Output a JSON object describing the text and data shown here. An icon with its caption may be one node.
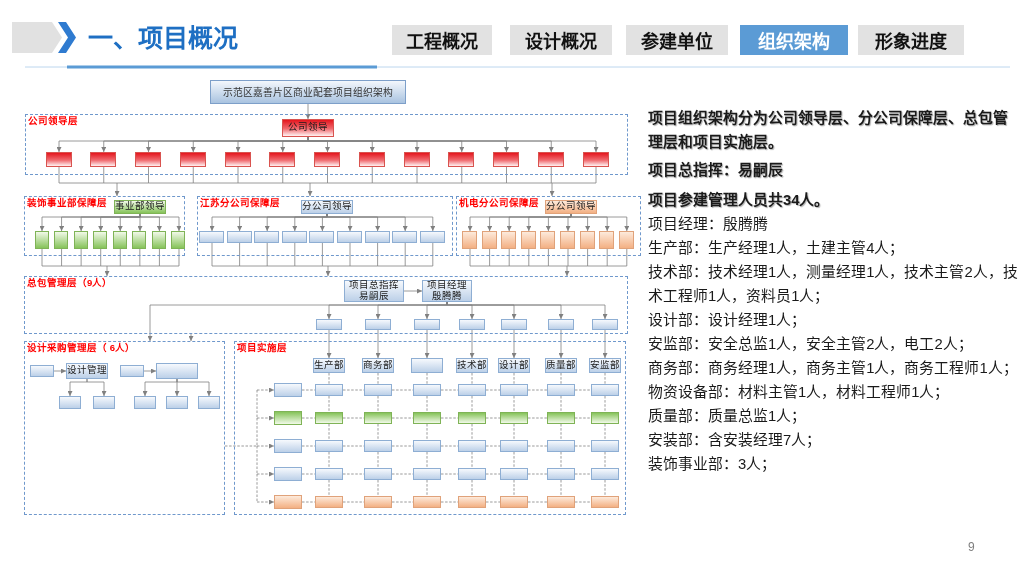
{
  "diagram": {
    "title": "一、项目概况",
    "nodes": [
      {
        "text": [
          "工程概况"
        ]
      },
      {
        "text": [
          "设计概况"
        ]
      },
      {
        "text": [
          "参建单位"
        ]
      },
      {
        "text": [
          "组织架构"
        ]
      },
      {
        "text": [
          "形象进度"
        ]
      },
      {
        "text": [
          "示范区嘉善片区商业配套项目组织架构"
        ]
      },
      {
        "text": [
          "公司领导层"
        ]
      },
      {
        "text": [
          "公司领导"
        ],
        "in": 6
      },
      {
        "text": [],
        "shape": "box",
        "in": 6
      },
      {
        "text": [],
        "shape": "box",
        "in": 6
      },
      {
        "text": [],
        "shape": "box",
        "in": 6
      },
      {
        "text": [],
        "shape": "box",
        "in": 6
      },
      {
        "text": [],
        "shape": "box",
        "in": 6
      },
      {
        "text": [],
        "shape": "box",
        "in": 6
      },
      {
        "text": [],
        "shape": "box",
        "in": 6
      },
      {
        "text": [],
        "shape": "box",
        "in": 6
      },
      {
        "text": [],
        "shape": "box",
        "in": 6
      },
      {
        "text": [],
        "shape": "box",
        "in": 6
      },
      {
        "text": [],
        "shape": "box",
        "in": 6
      },
      {
        "text": [],
        "shape": "box",
        "in": 6
      },
      {
        "text": [],
        "shape": "box",
        "in": 6
      },
      {
        "text": [
          "装饰事业部保障层"
        ]
      },
      {
        "text": [
          "事业部领导"
        ],
        "in": 21
      },
      {
        "text": [],
        "shape": "box",
        "in": 21
      },
      {
        "text": [],
        "shape": "box",
        "in": 21
      },
      {
        "text": [],
        "shape": "box",
        "in": 21
      },
      {
        "text": [],
        "shape": "box",
        "in": 21
      },
      {
        "text": [],
        "shape": "box",
        "in": 21
      },
      {
        "text": [],
        "shape": "box",
        "in": 21
      },
      {
        "text": [],
        "shape": "box",
        "in": 21
      },
      {
        "text": [],
        "shape": "box",
        "in": 21
      },
      {
        "text": [
          "江苏分公司保障层"
        ]
      },
      {
        "text": [
          "分公司领导"
        ],
        "in": 31
      },
      {
        "text": [],
        "shape": "box",
        "in": 31
      },
      {
        "text": [],
        "shape": "box",
        "in": 31
      },
      {
        "text": [],
        "shape": "box",
        "in": 31
      },
      {
        "text": [],
        "shape": "box",
        "in": 31
      },
      {
        "text": [],
        "shape": "box",
        "in": 31
      },
      {
        "text": [],
        "shape": "box",
        "in": 31
      },
      {
        "text": [],
        "shape": "box",
        "in": 31
      },
      {
        "text": [],
        "shape": "box",
        "in": 31
      },
      {
        "text": [],
        "shape": "box",
        "in": 31
      },
      {
        "text": [
          "机电分公司保障层"
        ]
      },
      {
        "text": [
          "分公司领导"
        ],
        "in": 42
      },
      {
        "text": [],
        "shape": "box",
        "in": 42
      },
      {
        "text": [],
        "shape": "box",
        "in": 42
      },
      {
        "text": [],
        "shape": "box",
        "in": 42
      },
      {
        "text": [],
        "shape": "box",
        "in": 42
      },
      {
        "text": [],
        "shape": "box",
        "in": 42
      },
      {
        "text": [],
        "shape": "box",
        "in": 42
      },
      {
        "text": [],
        "shape": "box",
        "in": 42
      },
      {
        "text": [],
        "shape": "box",
        "in": 42
      },
      {
        "text": [],
        "shape": "box",
        "in": 42
      },
      {
        "text": [
          "总包管理层（9人）"
        ]
      },
      {
        "text": [
          "项目总指挥易嗣辰"
        ],
        "in": 53
      },
      {
        "text": [
          "项目经理殷腾腾"
        ],
        "in": 53
      },
      {
        "text": [],
        "shape": "box",
        "in": 53
      },
      {
        "text": [],
        "shape": "box",
        "in": 53
      },
      {
        "text": [],
        "shape": "box",
        "in": 53
      },
      {
        "text": [],
        "shape": "box",
        "in": 53
      },
      {
        "text": [],
        "shape": "box",
        "in": 53
      },
      {
        "text": [],
        "shape": "box",
        "in": 53
      },
      {
        "text": [],
        "shape": "box",
        "in": 53
      },
      {
        "text": [
          "设计采购管理层（ 6人）"
        ]
      },
      {
        "text": [],
        "shape": "box",
        "in": 63
      },
      {
        "text": [
          "设计管理"
        ],
        "in": 63
      },
      {
        "text": [],
        "shape": "box",
        "in": 63
      },
      {
        "text": [],
        "shape": "box",
        "in": 63
      },
      {
        "text": [],
        "shape": "box",
        "in": 63
      },
      {
        "text": [],
        "shape": "box",
        "in": 63
      },
      {
        "text": [],
        "shape": "box",
        "in": 63
      },
      {
        "text": [],
        "shape": "box",
        "in": 63
      },
      {
        "text": [],
        "shape": "box",
        "in": 63
      },
      {
        "text": [
          "项目实施层"
        ]
      },
      {
        "text": [
          "生产部"
        ],
        "in": 73
      },
      {
        "text": [
          "商务部"
        ],
        "in": 73
      },
      {
        "text": [],
        "shape": "box",
        "in": 73
      },
      {
        "text": [
          "技术部"
        ],
        "in": 73
      },
      {
        "text": [
          "设计部"
        ],
        "in": 73
      },
      {
        "text": [
          "质量部"
        ],
        "in": 73
      },
      {
        "text": [
          "安监部"
        ],
        "in": 73
      },
      {
        "text": [],
        "shape": "box",
        "in": 73
      },
      {
        "text": [],
        "shape": "box",
        "in": 73
      },
      {
        "text": [],
        "shape": "box",
        "in": 73
      },
      {
        "text": [],
        "shape": "box",
        "in": 73
      },
      {
        "text": [],
        "shape": "box",
        "in": 73
      },
      {
        "text": [],
        "shape": "box",
        "in": 73
      },
      {
        "text": [],
        "shape": "box",
        "in": 73
      },
      {
        "text": [],
        "shape": "box",
        "in": 73
      },
      {
        "text": [],
        "shape": "box",
        "in": 73
      },
      {
        "text": [],
        "shape": "box",
        "in": 73
      },
      {
        "text": [],
        "shape": "box",
        "in": 73
      },
      {
        "text": [],
        "shape": "box",
        "in": 73
      },
      {
        "text": [],
        "shape": "box",
        "in": 73
      },
      {
        "text": [],
        "shape": "box",
        "in": 73
      },
      {
        "text": [],
        "shape": "box",
        "in": 73
      },
      {
        "text": [],
        "shape": "box",
        "in": 73
      },
      {
        "text": [],
        "shape": "box",
        "in": 73
      },
      {
        "text": [],
        "shape": "box",
        "in": 73
      },
      {
        "text": [],
        "shape": "box",
        "in": 73
      },
      {
        "text": [],
        "shape": "box",
        "in": 73
      },
      {
        "text": [],
        "shape": "box",
        "in": 73
      },
      {
        "text": [],
        "shape": "box",
        "in": 73
      },
      {
        "text": [],
        "shape": "box",
        "in": 73
      },
      {
        "text": [],
        "shape": "box",
        "in": 73
      },
      {
        "text": [],
        "shape": "box",
        "in": 73
      },
      {
        "text": [],
        "shape": "box",
        "in": 73
      },
      {
        "text": [],
        "shape": "box",
        "in": 73
      },
      {
        "text": [],
        "shape": "box",
        "in": 73
      },
      {
        "text": [],
        "shape": "box",
        "in": 73
      },
      {
        "text": [],
        "shape": "box",
        "in": 73
      },
      {
        "text": [],
        "shape": "box",
        "in": 73
      },
      {
        "text": [],
        "shape": "box",
        "in": 73
      },
      {
        "text": [],
        "shape": "box",
        "in": 73
      },
      {
        "text": [],
        "shape": "box",
        "in": 73
      },
      {
        "text": [],
        "shape": "box",
        "in": 73
      },
      {
        "text": [],
        "shape": "box",
        "in": 73
      },
      {
        "text": [],
        "shape": "box",
        "in": 73
      },
      {
        "text": [],
        "shape": "box",
        "in": 73
      },
      {
        "text": [],
        "shape": "box",
        "in": 73
      },
      {
        "text": [],
        "shape": "box",
        "in": 73
      }
    ],
    "edges": [
      {
        "from": 5,
        "to": 7,
        "arrow": "to"
      },
      {
        "from": 7,
        "to": 8,
        "arrow": "to"
      },
      {
        "from": 7,
        "to": 9,
        "arrow": "to"
      },
      {
        "from": 7,
        "to": 10,
        "arrow": "to"
      },
      {
        "from": 7,
        "to": 11,
        "arrow": "to"
      },
      {
        "from": 7,
        "to": 12,
        "arrow": "to"
      },
      {
        "from": 7,
        "to": 13,
        "arrow": "to"
      },
      {
        "from": 7,
        "to": 14,
        "arrow": "to"
      },
      {
        "from": 7,
        "to": 15,
        "arrow": "to"
      },
      {
        "from": 7,
        "to": 16,
        "arrow": "to"
      },
      {
        "from": 7,
        "to": 17,
        "arrow": "to"
      },
      {
        "from": 7,
        "to": 18,
        "arrow": "to"
      },
      {
        "from": 7,
        "to": 19,
        "arrow": "to"
      },
      {
        "from": 7,
        "to": 20,
        "arrow": "to"
      },
      {
        "from": 8,
        "to": 21,
        "arrow": "to"
      },
      {
        "from": 8,
        "to": 31,
        "arrow": "to"
      },
      {
        "from": 8,
        "to": 42,
        "arrow": "to"
      },
      {
        "from": 9,
        "to": 21,
        "arrow": "to"
      },
      {
        "from": 9,
        "to": 31,
        "arrow": "to"
      },
      {
        "from": 9,
        "to": 42,
        "arrow": "to"
      },
      {
        "from": 10,
        "to": 21,
        "arrow": "to"
      },
      {
        "from": 10,
        "to": 31,
        "arrow": "to"
      },
      {
        "from": 10,
        "to": 42,
        "arrow": "to"
      },
      {
        "from": 11,
        "to": 21,
        "arrow": "to"
      },
      {
        "from": 11,
        "to": 31,
        "arrow": "to"
      },
      {
        "from": 11,
        "to": 42,
        "arrow": "to"
      },
      {
        "from": 12,
        "to": 21,
        "arrow": "to"
      },
      {
        "from": 12,
        "to": 31,
        "arrow": "to"
      },
      {
        "from": 12,
        "to": 42,
        "arrow": "to"
      },
      {
        "from": 13,
        "to": 21,
        "arrow": "to"
      },
      {
        "from": 13,
        "to": 31,
        "arrow": "to"
      },
      {
        "from": 13,
        "to": 42,
        "arrow": "to"
      },
      {
        "from": 14,
        "to": 21,
        "arrow": "to"
      },
      {
        "from": 14,
        "to": 31,
        "arrow": "to"
      },
      {
        "from": 14,
        "to": 42,
        "arrow": "to"
      },
      {
        "from": 15,
        "to": 21,
        "arrow": "to"
      },
      {
        "from": 15,
        "to": 31,
        "arrow": "to"
      },
      {
        "from": 15,
        "to": 42,
        "arrow": "to"
      },
      {
        "from": 16,
        "to": 21,
        "arrow": "to"
      },
      {
        "from": 16,
        "to": 31,
        "arrow": "to"
      },
      {
        "from": 16,
        "to": 42,
        "arrow": "to"
      },
      {
        "from": 17,
        "to": 21,
        "arrow": "to"
      },
      {
        "from": 17,
        "to": 31,
        "arrow": "to"
      },
      {
        "from": 17,
        "to": 42,
        "arrow": "to"
      },
      {
        "from": 18,
        "to": 21,
        "arrow": "to"
      },
      {
        "from": 18,
        "to": 31,
        "arrow": "to"
      },
      {
        "from": 18,
        "to": 42,
        "arrow": "to"
      },
      {
        "from": 19,
        "to": 21,
        "arrow": "to"
      },
      {
        "from": 19,
        "to": 31,
        "arrow": "to"
      },
      {
        "from": 19,
        "to": 42,
        "arrow": "to"
      },
      {
        "from": 20,
        "to": 21,
        "arrow": "to"
      },
      {
        "from": 20,
        "to": 31,
        "arrow": "to"
      },
      {
        "from": 20,
        "to": 42,
        "arrow": "to"
      },
      {
        "from": 22,
        "to": 23,
        "arrow": "to"
      },
      {
        "from": 22,
        "to": 24,
        "arrow": "to"
      },
      {
        "from": 22,
        "to": 25,
        "arrow": "to"
      },
      {
        "from": 22,
        "to": 26,
        "arrow": "to"
      },
      {
        "from": 22,
        "to": 27,
        "arrow": "to"
      },
      {
        "from": 22,
        "to": 28,
        "arrow": "to"
      },
      {
        "from": 22,
        "to": 29,
        "arrow": "to"
      },
      {
        "from": 22,
        "to": 30,
        "arrow": "to"
      },
      {
        "from": 23,
        "to": 53,
        "arrow": "to"
      },
      {
        "from": 24,
        "to": 53,
        "arrow": "to"
      },
      {
        "from": 25,
        "to": 53,
        "arrow": "to"
      },
      {
        "from": 26,
        "to": 53,
        "arrow": "to"
      },
      {
        "from": 27,
        "to": 53,
        "arrow": "to"
      },
      {
        "from": 28,
        "to": 53,
        "arrow": "to"
      },
      {
        "from": 29,
        "to": 53,
        "arrow": "to"
      },
      {
        "from": 30,
        "to": 53,
        "arrow": "to"
      },
      {
        "from": 32,
        "to": 33,
        "arrow": "to"
      },
      {
        "from": 32,
        "to": 34,
        "arrow": "to"
      },
      {
        "from": 32,
        "to": 35,
        "arrow": "to"
      },
      {
        "from": 32,
        "to": 36,
        "arrow": "to"
      },
      {
        "from": 32,
        "to": 37,
        "arrow": "to"
      },
      {
        "from": 32,
        "to": 38,
        "arrow": "to"
      },
      {
        "from": 32,
        "to": 39,
        "arrow": "to"
      },
      {
        "from": 32,
        "to": 40,
        "arrow": "to"
      },
      {
        "from": 32,
        "to": 41,
        "arrow": "to"
      },
      {
        "from": 33,
        "to": 53,
        "arrow": "to"
      },
      {
        "from": 34,
        "to": 53,
        "arrow": "to"
      },
      {
        "from": 35,
        "to": 53,
        "arrow": "to"
      },
      {
        "from": 36,
        "to": 53,
        "arrow": "to"
      },
      {
        "from": 37,
        "to": 53,
        "arrow": "to"
      },
      {
        "from": 38,
        "to": 53,
        "arrow": "to"
      },
      {
        "from": 39,
        "to": 53,
        "arrow": "to"
      },
      {
        "from": 40,
        "to": 53,
        "arrow": "to"
      },
      {
        "from": 41,
        "to": 53,
        "arrow": "to"
      },
      {
        "from": 43,
        "to": 44,
        "arrow": "to"
      },
      {
        "from": 43,
        "to": 45,
        "arrow": "to"
      },
      {
        "from": 43,
        "to": 46,
        "arrow": "to"
      },
      {
        "from": 43,
        "to": 47,
        "arrow": "to"
      },
      {
        "from": 43,
        "to": 48,
        "arrow": "to"
      },
      {
        "from": 43,
        "to": 49,
        "arrow": "to"
      },
      {
        "from": 43,
        "to": 50,
        "arrow": "to"
      },
      {
        "from": 43,
        "to": 51,
        "arrow": "to"
      },
      {
        "from": 43,
        "to": 52,
        "arrow": "to"
      },
      {
        "from": 44,
        "to": 53,
        "arrow": "to"
      },
      {
        "from": 45,
        "to": 53,
        "arrow": "to"
      },
      {
        "from": 46,
        "to": 53,
        "arrow": "to"
      },
      {
        "from": 47,
        "to": 53,
        "arrow": "to"
      },
      {
        "from": 48,
        "to": 53,
        "arrow": "to"
      },
      {
        "from": 49,
        "to": 53,
        "arrow": "to"
      },
      {
        "from": 50,
        "to": 53,
        "arrow": "to"
      },
      {
        "from": 51,
        "to": 53,
        "arrow": "to"
      },
      {
        "from": 52,
        "to": 53,
        "arrow": "to"
      },
      {
        "from": 54,
        "to": 55,
        "arrow": "to"
      },
      {
        "from": 55,
        "to": 56,
        "arrow": "to"
      },
      {
        "from": 55,
        "to": 57,
        "arrow": "to"
      },
      {
        "from": 55,
        "to": 58,
        "arrow": "to"
      },
      {
        "from": 55,
        "to": 59,
        "arrow": "to"
      },
      {
        "from": 55,
        "to": 60,
        "arrow": "to"
      },
      {
        "from": 55,
        "to": 61,
        "arrow": "to"
      },
      {
        "from": 55,
        "to": 62,
        "arrow": "to"
      },
      {
        "from": 56,
        "to": 74,
        "arrow": "to"
      },
      {
        "from": 57,
        "to": 75,
        "arrow": "to"
      },
      {
        "from": 58,
        "to": 76,
        "arrow": "to"
      },
      {
        "from": 59,
        "to": 77,
        "arrow": "to"
      },
      {
        "from": 60,
        "to": 78,
        "arrow": "to"
      },
      {
        "from": 61,
        "to": 79,
        "arrow": "to"
      },
      {
        "from": 62,
        "to": 80,
        "arrow": "to"
      },
      {
        "from": 55,
        "to": 63,
        "arrow": "to"
      },
      {
        "from": 53,
        "to": 63,
        "arrow": "to"
      },
      {
        "from": 64,
        "to": 65,
        "arrow": "to"
      },
      {
        "from": 65,
        "to": 68,
        "arrow": "to"
      },
      {
        "from": 65,
        "to": 69,
        "arrow": "to"
      },
      {
        "from": 66,
        "to": 67,
        "arrow": "to"
      },
      {
        "from": 67,
        "to": 70,
        "arrow": "to"
      },
      {
        "from": 67,
        "to": 71,
        "arrow": "to"
      },
      {
        "from": 67,
        "to": 72,
        "arrow": "to"
      },
      {
        "from": 63,
        "to": 81,
        "arrow": "to",
        "style": "dashed"
      },
      {
        "from": 63,
        "to": 89,
        "arrow": "to",
        "style": "dashed"
      },
      {
        "from": 63,
        "to": 97,
        "arrow": "to",
        "style": "dashed"
      },
      {
        "from": 63,
        "to": 105,
        "arrow": "to",
        "style": "dashed"
      },
      {
        "from": 63,
        "to": 113,
        "arrow": "to",
        "style": "dashed"
      },
      {
        "from": 81,
        "to": 82,
        "arrow": "none",
        "style": "dashed"
      },
      {
        "from": 82,
        "to": 83,
        "arrow": "none",
        "style": "dashed"
      },
      {
        "from": 83,
        "to": 84,
        "arrow": "none",
        "style": "dashed"
      },
      {
        "from": 84,
        "to": 85,
        "arrow": "none",
        "style": "dashed"
      },
      {
        "from": 85,
        "to": 86,
        "arrow": "none",
        "style": "dashed"
      },
      {
        "from": 86,
        "to": 87,
        "arrow": "none",
        "style": "dashed"
      },
      {
        "from": 87,
        "to": 88,
        "arrow": "none",
        "style": "dashed"
      },
      {
        "from": 89,
        "to": 90,
        "arrow": "none",
        "style": "dashed"
      },
      {
        "from": 90,
        "to": 91,
        "arrow": "none",
        "style": "dashed"
      },
      {
        "from": 91,
        "to": 92,
        "arrow": "none",
        "style": "dashed"
      },
      {
        "from": 92,
        "to": 93,
        "arrow": "none",
        "style": "dashed"
      },
      {
        "from": 93,
        "to": 94,
        "arrow": "none",
        "style": "dashed"
      },
      {
        "from": 94,
        "to": 95,
        "arrow": "none",
        "style": "dashed"
      },
      {
        "from": 95,
        "to": 96,
        "arrow": "none",
        "style": "dashed"
      },
      {
        "from": 97,
        "to": 98,
        "arrow": "none",
        "style": "dashed"
      },
      {
        "from": 98,
        "to": 99,
        "arrow": "none",
        "style": "dashed"
      },
      {
        "from": 99,
        "to": 100,
        "arrow": "none",
        "style": "dashed"
      },
      {
        "from": 100,
        "to": 101,
        "arrow": "none",
        "style": "dashed"
      },
      {
        "from": 101,
        "to": 102,
        "arrow": "none",
        "style": "dashed"
      },
      {
        "from": 102,
        "to": 103,
        "arrow": "none",
        "style": "dashed"
      },
      {
        "from": 103,
        "to": 104,
        "arrow": "none",
        "style": "dashed"
      },
      {
        "from": 105,
        "to": 106,
        "arrow": "none",
        "style": "dashed"
      },
      {
        "from": 106,
        "to": 107,
        "arrow": "none",
        "style": "dashed"
      },
      {
        "from": 107,
        "to": 108,
        "arrow": "none",
        "style": "dashed"
      },
      {
        "from": 108,
        "to": 109,
        "arrow": "none",
        "style": "dashed"
      },
      {
        "from": 109,
        "to": 110,
        "arrow": "none",
        "style": "dashed"
      },
      {
        "from": 110,
        "to": 111,
        "arrow": "none",
        "style": "dashed"
      },
      {
        "from": 111,
        "to": 112,
        "arrow": "none",
        "style": "dashed"
      },
      {
        "from": 113,
        "to": 114,
        "arrow": "none",
        "style": "dashed"
      },
      {
        "from": 114,
        "to": 115,
        "arrow": "none",
        "style": "dashed"
      },
      {
        "from": 115,
        "to": 116,
        "arrow": "none",
        "style": "dashed"
      },
      {
        "from": 116,
        "to": 117,
        "arrow": "none",
        "style": "dashed"
      },
      {
        "from": 117,
        "to": 118,
        "arrow": "none",
        "style": "dashed"
      },
      {
        "from": 118,
        "to": 119,
        "arrow": "none",
        "style": "dashed"
      },
      {
        "from": 119,
        "to": 120,
        "arrow": "none",
        "style": "dashed"
      },
      {
        "from": 74,
        "to": 82,
        "arrow": "none",
        "style": "dashed"
      },
      {
        "from": 82,
        "to": 90,
        "arrow": "none",
        "style": "dashed"
      },
      {
        "from": 90,
        "to": 98,
        "arrow": "none",
        "style": "dashed"
      },
      {
        "from": 98,
        "to": 106,
        "arrow": "none",
        "style": "dashed"
      },
      {
        "from": 106,
        "to": 114,
        "arrow": "none",
        "style": "dashed"
      },
      {
        "from": 75,
        "to": 83,
        "arrow": "none",
        "style": "dashed"
      },
      {
        "from": 83,
        "to": 91,
        "arrow": "none",
        "style": "dashed"
      },
      {
        "from": 91,
        "to": 99,
        "arrow": "none",
        "style": "dashed"
      },
      {
        "from": 99,
        "to": 107,
        "arrow": "none",
        "style": "dashed"
      },
      {
        "from": 107,
        "to": 115,
        "arrow": "none",
        "style": "dashed"
      },
      {
        "from": 76,
        "to": 84,
        "arrow": "none",
        "style": "dashed"
      },
      {
        "from": 84,
        "to": 92,
        "arrow": "none",
        "style": "dashed"
      },
      {
        "from": 92,
        "to": 100,
        "arrow": "none",
        "style": "dashed"
      },
      {
        "from": 100,
        "to": 108,
        "arrow": "none",
        "style": "dashed"
      },
      {
        "from": 108,
        "to": 116,
        "arrow": "none",
        "style": "dashed"
      },
      {
        "from": 77,
        "to": 85,
        "arrow": "none",
        "style": "dashed"
      },
      {
        "from": 85,
        "to": 93,
        "arrow": "none",
        "style": "dashed"
      },
      {
        "from": 93,
        "to": 101,
        "arrow": "none",
        "style": "dashed"
      },
      {
        "from": 101,
        "to": 109,
        "arrow": "none",
        "style": "dashed"
      },
      {
        "from": 109,
        "to": 117,
        "arrow": "none",
        "style": "dashed"
      },
      {
        "from": 78,
        "to": 86,
        "arrow": "none",
        "style": "dashed"
      },
      {
        "from": 86,
        "to": 94,
        "arrow": "none",
        "style": "dashed"
      },
      {
        "from": 94,
        "to": 102,
        "arrow": "none",
        "style": "dashed"
      },
      {
        "from": 102,
        "to": 110,
        "arrow": "none",
        "style": "dashed"
      },
      {
        "from": 110,
        "to": 118,
        "arrow": "none",
        "style": "dashed"
      },
      {
        "from": 79,
        "to": 87,
        "arrow": "none",
        "style": "dashed"
      },
      {
        "from": 87,
        "to": 95,
        "arrow": "none",
        "style": "dashed"
      },
      {
        "from": 95,
        "to": 103,
        "arrow": "none",
        "style": "dashed"
      },
      {
        "from": 103,
        "to": 111,
        "arrow": "none",
        "style": "dashed"
      },
      {
        "from": 111,
        "to": 119,
        "arrow": "none",
        "style": "dashed"
      },
      {
        "from": 80,
        "to": 88,
        "arrow": "none",
        "style": "dashed"
      },
      {
        "from": 88,
        "to": 96,
        "arrow": "none",
        "style": "dashed"
      },
      {
        "from": 96,
        "to": 104,
        "arrow": "none",
        "style": "dashed"
      },
      {
        "from": 104,
        "to": 112,
        "arrow": "none",
        "style": "dashed"
      },
      {
        "from": 112,
        "to": 120,
        "arrow": "none",
        "style": "dashed"
      }
    ],
    "labels": [
      "项目组织架构分为公司领导层、分公司保障层、总包管理层和项目实施层。",
      "项目总指挥：易嗣辰",
      "项目参建管理人员共34人。",
      "项目经理：殷腾腾",
      "生产部：生产经理1人，土建主管4人；",
      "技术部：技术经理1人，测量经理1人，技术主管2人，技术工程师1人，资料员1人；",
      "设计部：设计经理1人；",
      "安监部：安全总监1人，安全主管2人，电工2人；",
      "商务部：商务经理1人，商务主管1人，商务工程师1人；",
      "物资设备部：材料主管1人，材料工程师1人；",
      "质量部：质量总监1人；",
      "安装部：含安装经理7人；",
      "装饰事业部：3人；",
      "9"
    ]
  }
}
